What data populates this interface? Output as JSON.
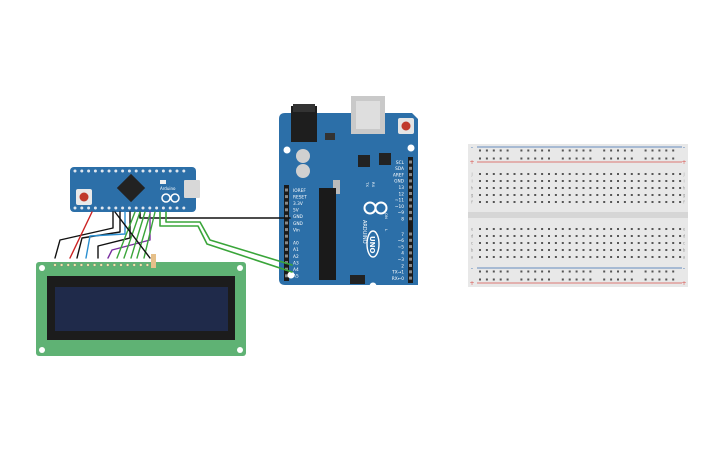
{
  "colors": {
    "board_blue": "#2c6fa8",
    "board_dark": "#1f5a8c",
    "lcd_green": "#5fb274",
    "lcd_screen": "#1f2a4a",
    "breadboard": "#e8e8e8",
    "rail_red": "#d9534f",
    "rail_blue": "#3b6fb0",
    "wire_green": "#3aa53a",
    "wire_black": "#111111",
    "wire_red": "#cc2222",
    "wire_blue": "#2a8fd0",
    "wire_purple": "#7a2fa0"
  },
  "micro": {
    "label": "Arduino",
    "brand_icon": "infinity-logo-icon"
  },
  "uno": {
    "model": "UNO",
    "brand": "ARDUINO",
    "left_header": [
      "IOREF",
      "RESET",
      "3.3V",
      "5V",
      "GND",
      "GND",
      "Vin",
      "",
      "A0",
      "A1",
      "A2",
      "A3",
      "A4",
      "A5"
    ],
    "right_header_top": [
      "SCL",
      "SDA",
      "AREF",
      "GND",
      "13",
      "12",
      "~11",
      "~10",
      "~9",
      "8"
    ],
    "right_header_bottom": [
      "7",
      "~6",
      "~5",
      "4",
      "~3",
      "2",
      "TX→1",
      "RX←0"
    ],
    "small_labels": [
      "TX",
      "RX",
      "ON",
      "L"
    ]
  },
  "breadboard": {
    "row_letters_top": [
      "j",
      "i",
      "h",
      "g",
      "f"
    ],
    "row_letters_bottom": [
      "e",
      "d",
      "c",
      "b",
      "a"
    ],
    "rail_signs": [
      "+",
      "-"
    ]
  }
}
